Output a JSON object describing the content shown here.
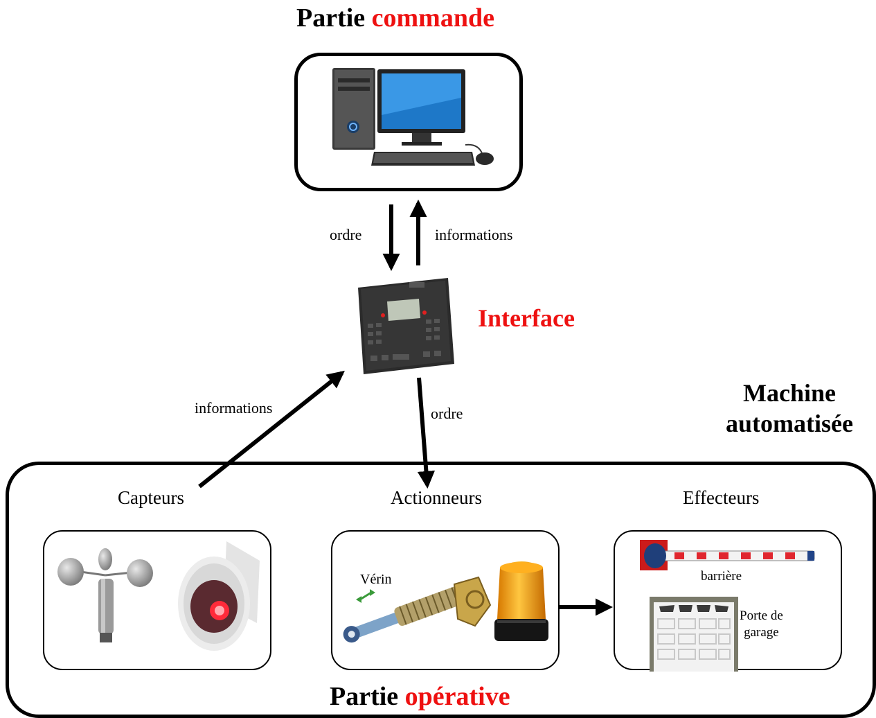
{
  "header": {
    "partie_commande_part1": "Partie",
    "partie_commande_part2": "commande"
  },
  "links": {
    "order_down_label": "ordre",
    "info_up_label": "informations",
    "info_from_sensors_label": "informations",
    "order_to_actuators_label": "ordre"
  },
  "interface": {
    "label": "Interface"
  },
  "machine": {
    "line1": "Machine",
    "line2": "automatisée"
  },
  "operative": {
    "categories": {
      "sensors": "Capteurs",
      "actuators": "Actionneurs",
      "effectors": "Effecteurs"
    },
    "actuator_items": {
      "verin": "Vérin"
    },
    "effector_items": {
      "barrier": "barrière",
      "garage_door_line1": "Porte de",
      "garage_door_line2": "garage"
    },
    "footer_part1": "Partie",
    "footer_part2": "opérative"
  },
  "colors": {
    "accent_red": "#ee1111",
    "line": "#000000"
  }
}
